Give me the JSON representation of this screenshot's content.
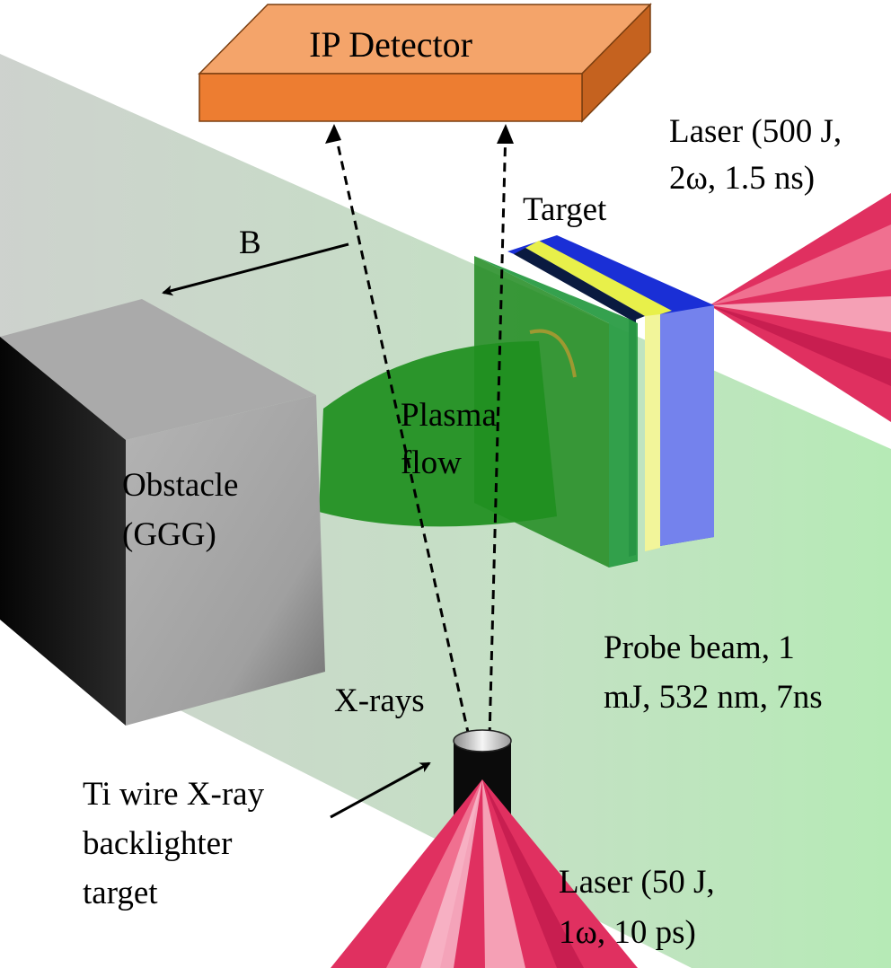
{
  "labels": {
    "ip_detector": "IP Detector",
    "laser_main_line1": "Laser (500 J,",
    "laser_main_line2": "2ω, 1.5 ns)",
    "target": "Target",
    "b_field": "B",
    "plasma_line1": "Plasma",
    "plasma_line2": "flow",
    "obstacle_line1": "Obstacle",
    "obstacle_line2": "(GGG)",
    "probe_line1": "Probe beam, 1",
    "probe_line2": "mJ, 532 nm, 7ns",
    "xrays": "X-rays",
    "backlighter_line1": "Ti wire X-ray",
    "backlighter_line2": "backlighter",
    "backlighter_line3": "target",
    "laser_short_line1": "Laser (50 J,",
    "laser_short_line2": "1ω, 10 ps)"
  },
  "colors": {
    "detector_front": "#ed7d31",
    "detector_top": "#f4a46a",
    "detector_side": "#c5621f",
    "probe_beam": "#c9e6c9",
    "plasma": "#1e8c1e",
    "target_green": "#22a03a",
    "target_yellow": "#e8f04a",
    "target_blue": "#1a2fd6",
    "obstacle_front": "#a6a6a6",
    "obstacle_side": "#111111",
    "laser_pink": "#e8325f"
  }
}
